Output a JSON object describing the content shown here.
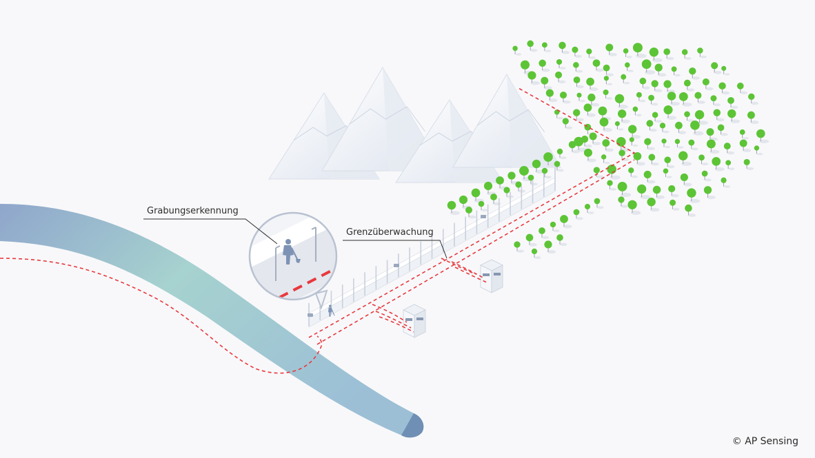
{
  "callouts": {
    "digging_detection": "Grabungserkennung",
    "border_monitoring": "Grenzüberwachung"
  },
  "copyright": "© AP Sensing",
  "icons": {
    "worker": "digging-worker-icon",
    "camera": "surveillance-camera-icon",
    "tower": "guard-tower-icon",
    "tree": "tree-icon",
    "mountain": "mountain-icon"
  },
  "colors": {
    "background": "#f8f8fa",
    "sensing_line": "#e8383d",
    "tree": "#5dc436",
    "river_start": "#8fa6cc",
    "river_end": "#a6d2cf",
    "fence": "#ffffff",
    "worker": "#7d93b5",
    "text": "#2b2b2b"
  }
}
